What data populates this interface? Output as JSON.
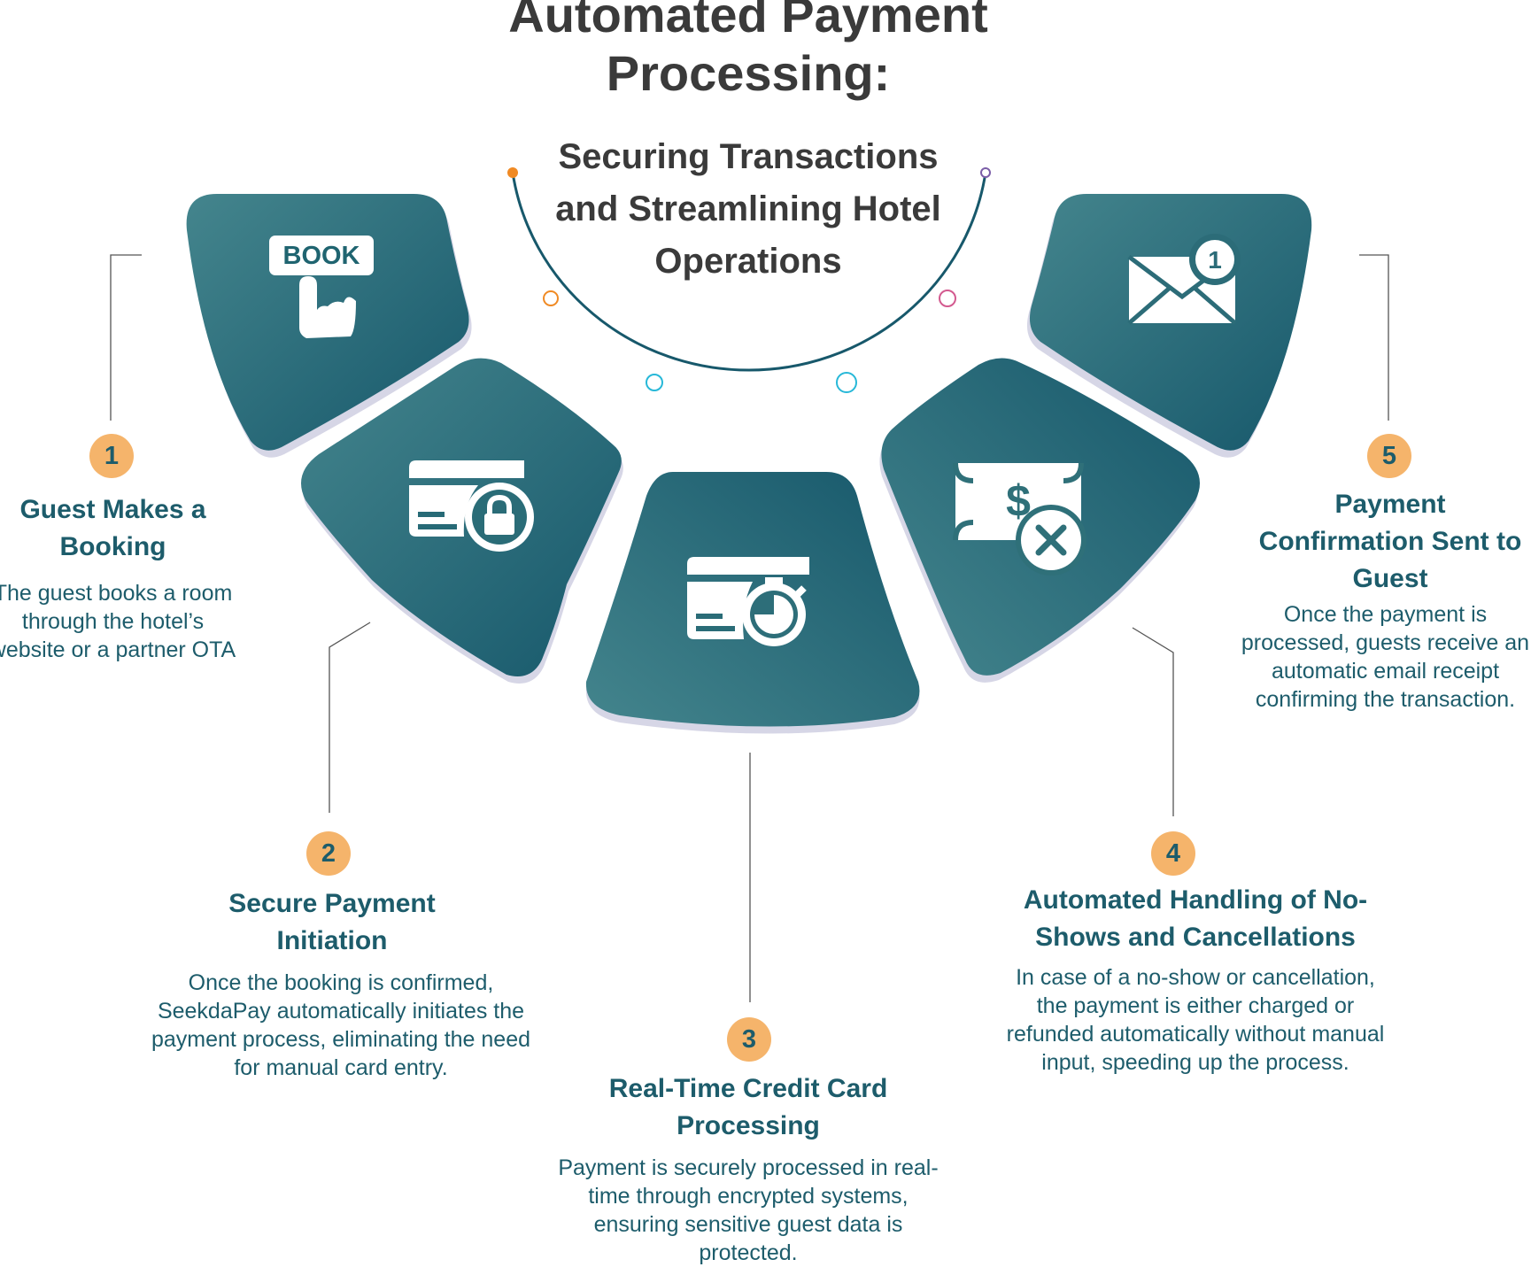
{
  "header": {
    "title": "Automated Payment Processing:",
    "subtitle": "Securing Transactions and Streamlining Hotel Operations"
  },
  "colors": {
    "tile_dark": "#17586b",
    "tile_light": "#44858d",
    "badge": "#f5b46b",
    "text_teal": "#1d5c6b",
    "heading_gray": "#3a3a3a",
    "arc_dot_orange": "#f08a24",
    "arc_dot_cyan": "#27b8d8",
    "arc_dot_pink": "#d35a8f",
    "arc_dot_purple": "#7b5ea8"
  },
  "icon_labels": {
    "book_button": "BOOK",
    "envelope_badge": "1"
  },
  "steps": [
    {
      "number": "1",
      "title": "Guest Makes a Booking",
      "description": "The guest books a room through the hotel’s website or a partner OTA",
      "icon": "book-button-hand-icon"
    },
    {
      "number": "2",
      "title": "Secure Payment Initiation",
      "description": "Once the booking is confirmed, SeekdaPay automatically initiates the payment process, eliminating the need for manual card entry.",
      "icon": "card-lock-icon"
    },
    {
      "number": "3",
      "title": "Real-Time Credit Card Processing",
      "description": "Payment is securely processed in real-time through encrypted systems, ensuring sensitive guest data is protected.",
      "icon": "card-stopwatch-icon"
    },
    {
      "number": "4",
      "title": "Automated Handling of No-Shows and Cancellations",
      "description": "In case of a no-show or cancellation, the payment is either charged or refunded automatically without manual input, speeding up the process.",
      "icon": "cash-cancel-icon"
    },
    {
      "number": "5",
      "title": "Payment Confirmation Sent to Guest",
      "description": "Once the payment is processed, guests receive an automatic email receipt confirming the transaction.",
      "icon": "email-notification-icon"
    }
  ]
}
